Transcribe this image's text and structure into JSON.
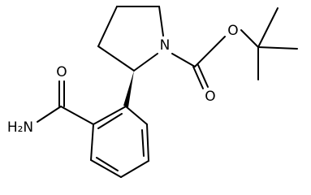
{
  "structure": {
    "atoms": {
      "nitrogen": "N",
      "carbonyl_oxygen_ester": "O",
      "ether_oxygen": "O",
      "amide_oxygen": "O",
      "amide_nitrogen": "H₂N"
    },
    "stereo_bond": "wedge",
    "colors": {
      "bond": "#000000",
      "label": "#000000",
      "background": "#ffffff"
    }
  }
}
